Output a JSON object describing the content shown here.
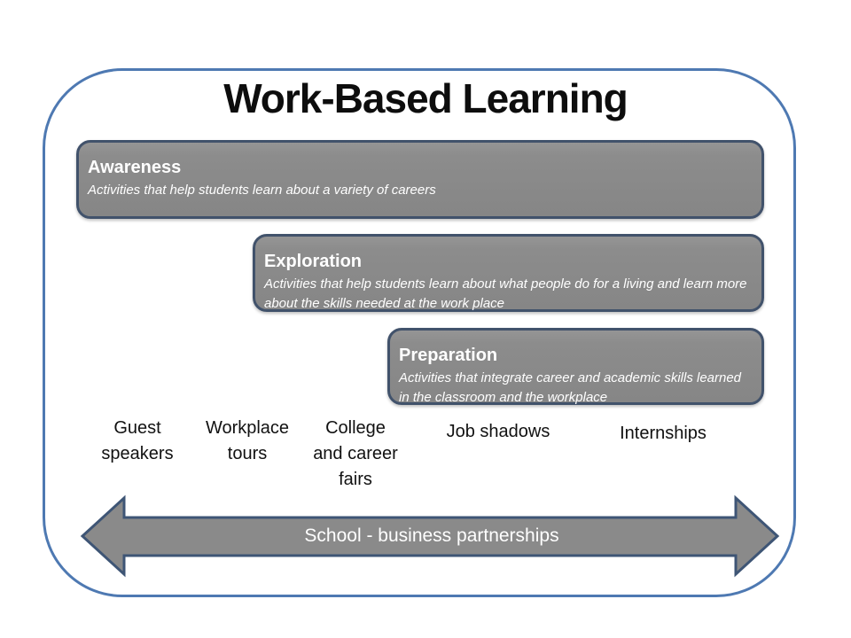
{
  "slide": {
    "title": "Work-Based Learning"
  },
  "stages": [
    {
      "name": "Awareness",
      "description": "Activities that help students learn about a variety of careers"
    },
    {
      "name": "Exploration",
      "description": "Activities that help students learn about what people do for a living and learn more about the skills needed at the work place"
    },
    {
      "name": "Preparation",
      "description": "Activities that integrate career and academic skills learned in the classroom and the workplace"
    }
  ],
  "activities": [
    {
      "label": "Guest\nspeakers"
    },
    {
      "label": "Workplace\ntours"
    },
    {
      "label": "College\nand career\nfairs"
    },
    {
      "label": "Job shadows"
    },
    {
      "label": "Internships"
    }
  ],
  "arrow": {
    "label": "School - business partnerships"
  },
  "colors": {
    "frame_border": "#4e79b2",
    "stage_fill": "#8c8c8c",
    "stage_border": "#41526b",
    "stage_text": "#ffffff",
    "arrow_fill": "#8a8a8a",
    "arrow_border": "#3e5575",
    "title_text": "#0d0d0d",
    "activity_text": "#111111"
  }
}
